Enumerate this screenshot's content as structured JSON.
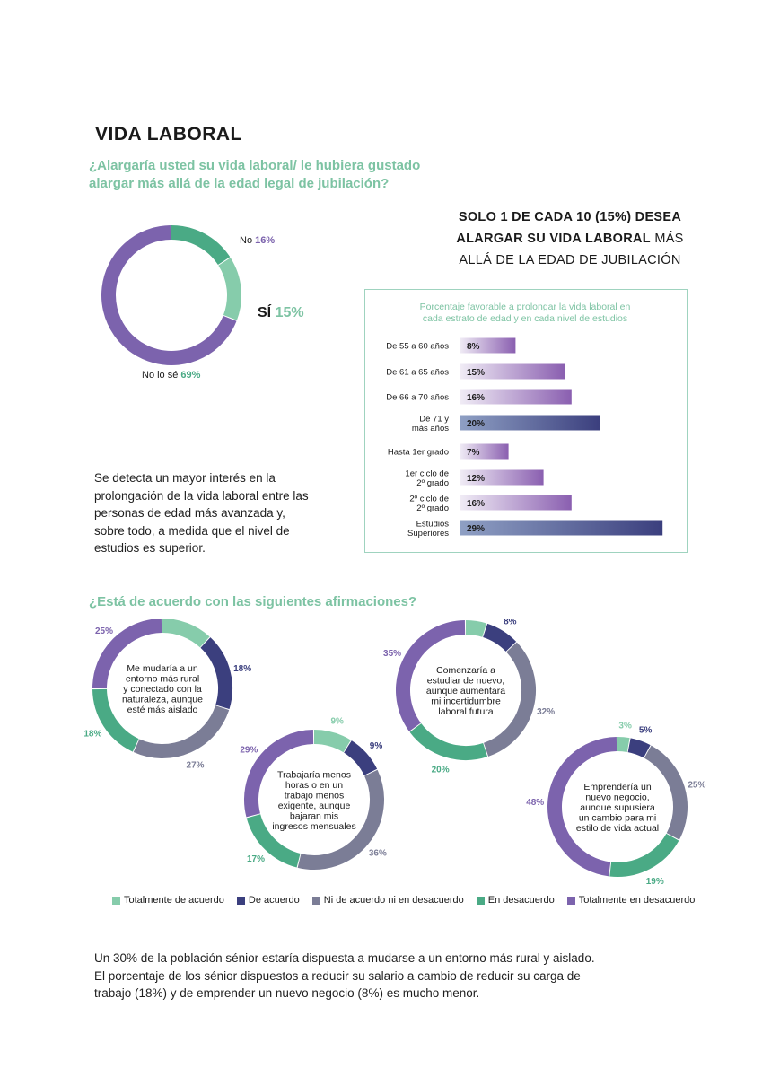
{
  "header": {
    "title": "VIDA LABORAL"
  },
  "q1": {
    "text_line1": "¿Alargaría usted su vida laboral/ le hubiera gustado",
    "text_line2": "alargar más allá de la edad legal de jubilación?",
    "labels": {
      "no": "No",
      "si": "SÍ",
      "nolose": "No lo sé"
    },
    "values_text": {
      "no": "16%",
      "si": "15%",
      "nolose": "69%"
    }
  },
  "headline": {
    "line1": "SOLO 1 DE CADA 10 (15%) DESEA",
    "line2_bold": "ALARGAR SU VIDA LABORAL",
    "line2_light": "MÁS",
    "line3": "ALLÁ DE LA EDAD DE JUBILACIÓN"
  },
  "box": {
    "title_line1": "Porcentaje favorable a prolongar la vida laboral en",
    "title_line2": "cada estrato de edad y en cada nivel de estudios"
  },
  "para1": "Se detecta un mayor interés en la prolongación de la vida laboral entre las personas de edad más avanzada y, sobre todo, a medida que el nivel de estudios es superior.",
  "q2": {
    "text": "¿Está de acuerdo con las siguientes afirmaciones?"
  },
  "legend": [
    {
      "label": "Totalmente de acuerdo",
      "color": "#86ccab"
    },
    {
      "label": "De acuerdo",
      "color": "#3b3f7e"
    },
    {
      "label": "Ni de acuerdo ni en desacuerdo",
      "color": "#7b7d96"
    },
    {
      "label": "En desacuerdo",
      "color": "#4aaa85"
    },
    {
      "label": "Totalmente en desacuerdo",
      "color": "#7c63ad"
    }
  ],
  "para2": [
    "Un 30% de la población sénior estaría dispuesta a mudarse a un entorno más rural y aislado.",
    "El porcentaje de los sénior dispuestos a reducir su salario a cambio de reducir su carga de",
    "trabajo (18%) y de emprender un nuevo negocio (8%) es mucho menor."
  ],
  "chart_data": [
    {
      "type": "pie",
      "style": "donut",
      "categories": [
        "No",
        "Sí",
        "No lo sé"
      ],
      "values": [
        16,
        15,
        69
      ],
      "colors": [
        "#4aaa85",
        "#86ccab",
        "#7c63ad"
      ]
    },
    {
      "type": "bar",
      "orientation": "horizontal",
      "categories": [
        "De 55 a 60 años",
        "De 61 a 65 años",
        "De 66 a 70 años",
        "De 71 y más años",
        "Hasta 1er grado",
        "1er ciclo de 2º grado",
        "2º ciclo de 2º grado",
        "Estudios Superiores"
      ],
      "values": [
        8,
        15,
        16,
        20,
        7,
        12,
        16,
        29
      ],
      "value_labels": [
        "8%",
        "15%",
        "16%",
        "20%",
        "7%",
        "12%",
        "16%",
        "29%"
      ],
      "highlighted": [
        false,
        false,
        false,
        true,
        false,
        false,
        false,
        true
      ],
      "colors": {
        "normal": "#8a5fb0",
        "highlight": "#3b3f7e"
      }
    },
    {
      "type": "pie",
      "style": "donut",
      "center_text": [
        "Me mudaría a un",
        "entorno más rural",
        "y conectado con la",
        "naturaleza, aunque",
        "esté más aislado"
      ],
      "categories": [
        "Totalmente de acuerdo",
        "De acuerdo",
        "Ni de acuerdo ni en desacuerdo",
        "En desacuerdo",
        "Totalmente en desacuerdo"
      ],
      "values": [
        12,
        18,
        27,
        18,
        25
      ]
    },
    {
      "type": "pie",
      "style": "donut",
      "center_text": [
        "Trabajaría menos",
        "horas o en un",
        "trabajo menos",
        "exigente, aunque",
        "bajaran mis",
        "ingresos mensuales"
      ],
      "categories": [
        "Totalmente de acuerdo",
        "De acuerdo",
        "Ni de acuerdo ni en desacuerdo",
        "En desacuerdo",
        "Totalmente en desacuerdo"
      ],
      "values": [
        9,
        9,
        36,
        17,
        29
      ]
    },
    {
      "type": "pie",
      "style": "donut",
      "center_text": [
        "Comenzaría a",
        "estudiar de nuevo,",
        "aunque aumentara",
        "mi incertidumbre",
        "laboral futura"
      ],
      "categories": [
        "Totalmente de acuerdo",
        "De acuerdo",
        "Ni de acuerdo ni en desacuerdo",
        "En desacuerdo",
        "Totalmente en desacuerdo"
      ],
      "values": [
        5,
        8,
        32,
        20,
        35
      ]
    },
    {
      "type": "pie",
      "style": "donut",
      "center_text": [
        "Emprendería un",
        "nuevo negocio,",
        "aunque supusiera",
        "un cambio para mi",
        "estilo de vida actual"
      ],
      "categories": [
        "Totalmente de acuerdo",
        "De acuerdo",
        "Ni de acuerdo ni en desacuerdo",
        "En desacuerdo",
        "Totalmente en desacuerdo"
      ],
      "values": [
        3,
        5,
        25,
        19,
        48
      ]
    }
  ]
}
